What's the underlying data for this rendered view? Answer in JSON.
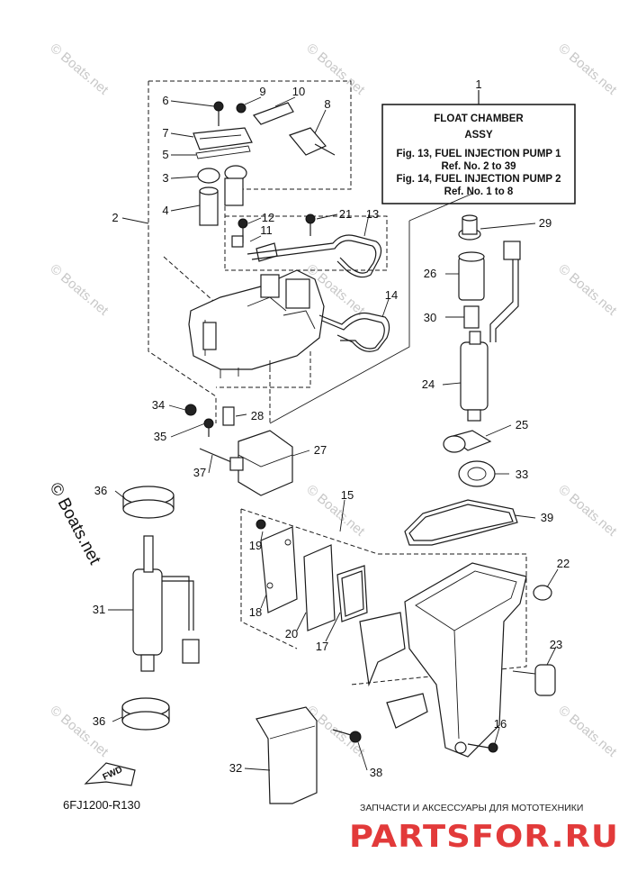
{
  "note_box": {
    "lines": [
      "FLOAT CHAMBER",
      "ASSY",
      "Fig. 13, FUEL INJECTION PUMP 1",
      "Ref. No. 2 to 39",
      "Fig. 14, FUEL INJECTION PUMP 2",
      "Ref. No. 1 to 8"
    ]
  },
  "callouts": [
    "1",
    "2",
    "3",
    "4",
    "5",
    "6",
    "7",
    "8",
    "9",
    "10",
    "11",
    "12",
    "13",
    "14",
    "15",
    "16",
    "17",
    "18",
    "19",
    "20",
    "21",
    "22",
    "23",
    "24",
    "25",
    "26",
    "27",
    "28",
    "29",
    "30",
    "31",
    "32",
    "33",
    "34",
    "35",
    "36",
    "36",
    "37",
    "38",
    "39"
  ],
  "diagram_code": "6FJ1200-R130",
  "fwd_label": "FWD",
  "watermark": "© Boats.net",
  "watermark_big": "© Boats.net",
  "advert": {
    "tagline": "ЗАПЧАСТИ И АКСЕССУАРЫ ДЛЯ МОТОТЕХНИКИ",
    "brand": "PARTSFOR.RU",
    "color": "#e23a3a"
  }
}
